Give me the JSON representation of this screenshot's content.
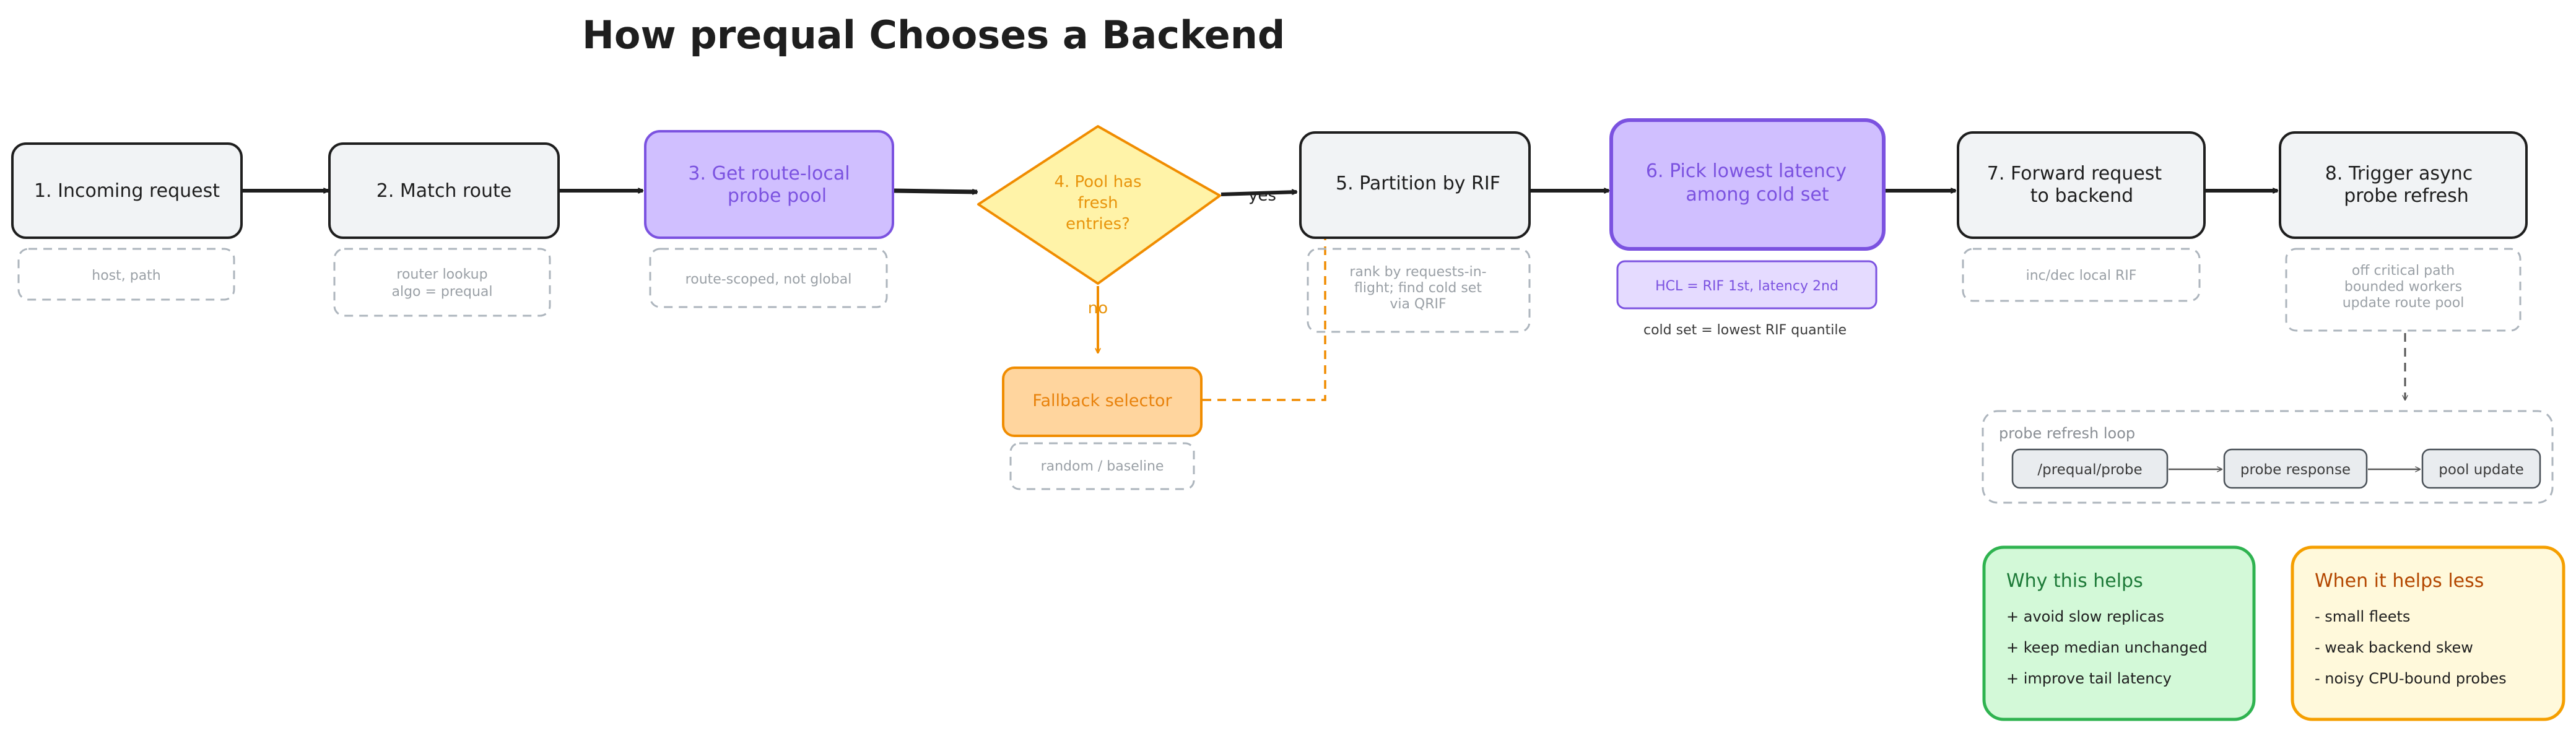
{
  "title": "How prequal Chooses a Backend",
  "steps": [
    {
      "lines": [
        "1. Incoming request"
      ]
    },
    {
      "lines": [
        "2. Match route"
      ]
    },
    {
      "lines": [
        "3. Get route-local",
        "probe pool"
      ]
    },
    {
      "lines": [
        "4. Pool has",
        "fresh",
        "entries?"
      ]
    },
    {
      "lines": [
        "5. Partition by RIF"
      ]
    },
    {
      "lines": [
        "6. Pick lowest latency",
        "among cold set"
      ]
    },
    {
      "lines": [
        "7. Forward request",
        "to backend"
      ]
    },
    {
      "lines": [
        "8. Trigger async",
        "probe refresh"
      ]
    }
  ],
  "notes": {
    "n1": [
      "host, path"
    ],
    "n2": [
      "router lookup",
      "algo = prequal"
    ],
    "n3": [
      "route-scoped, not global"
    ],
    "n5": [
      "rank by requests-in-",
      "flight; find cold set",
      "via QRIF"
    ],
    "n7": [
      "inc/dec local RIF"
    ],
    "n8": [
      "off critical path",
      "bounded workers",
      "update route pool"
    ],
    "fallback_note": [
      "random / baseline"
    ]
  },
  "hcl_badge": "HCL = RIF 1st, latency 2nd",
  "cold_set_caption": "cold set = lowest RIF quantile",
  "fallback": "Fallback selector",
  "edge_labels": {
    "yes": "yes",
    "no": "no"
  },
  "probe_loop": {
    "title": "probe refresh loop",
    "items": [
      "/prequal/probe",
      "probe response",
      "pool update"
    ]
  },
  "why_helps": {
    "title": "Why this helps",
    "items": [
      "+ avoid slow replicas",
      "+ keep median unchanged",
      "+ improve tail latency"
    ]
  },
  "helps_less": {
    "title": "When it helps less",
    "items": [
      "- small fleets",
      "- weak backend skew",
      "- noisy CPU-bound probes"
    ]
  },
  "colors": {
    "stroke": "#1e1e1e",
    "gray_fill": "#f1f3f5",
    "purple": "#7b52e0",
    "purple_fill": "#d0bfff",
    "yellow_fill": "#fff3a8",
    "orange": "#f08c00",
    "orange_fill": "#ffd59e",
    "green": "#2fb350",
    "green_fill": "#d3f9d8",
    "note_gray": "#adb5bd"
  }
}
